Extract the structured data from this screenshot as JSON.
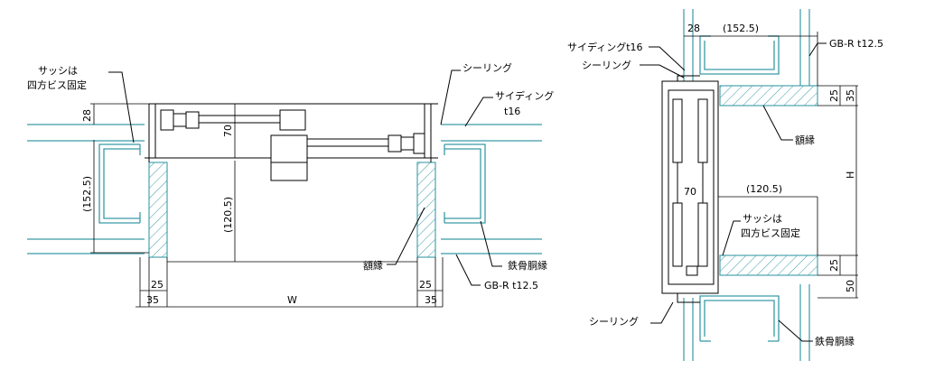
{
  "plan": {
    "labels": {
      "sash_fix": [
        "サッシは",
        "四方ビス固定"
      ],
      "sealing": "シーリング",
      "siding": [
        "サイディング",
        "t16"
      ],
      "frame_trim": "額縁",
      "steel_frame": "鉄骨胴縁",
      "gb_board": "GB-R t12.5"
    },
    "dims": {
      "d28": "28",
      "d70": "70",
      "d152": "(152.5)",
      "d120": "(120.5)",
      "d25_left": "25",
      "d35_left": "35",
      "d25_right": "25",
      "d35_right": "35",
      "width": "W"
    }
  },
  "section": {
    "labels": {
      "siding": "サイディングt16",
      "sealing_top": "シーリング",
      "gb_board": "GB-R t12.5",
      "frame_trim": "額縁",
      "sash_fix": [
        "サッシは",
        "四方ビス固定"
      ],
      "sealing_bottom": "シーリング",
      "steel_frame": "鉄骨胴縁"
    },
    "dims": {
      "d28": "28",
      "d152": "(152.5)",
      "d25_top": "25",
      "d35_top": "35",
      "height": "H",
      "d70": "70",
      "d120": "(120.5)",
      "d25_bottom": "25",
      "d50": "50"
    }
  }
}
